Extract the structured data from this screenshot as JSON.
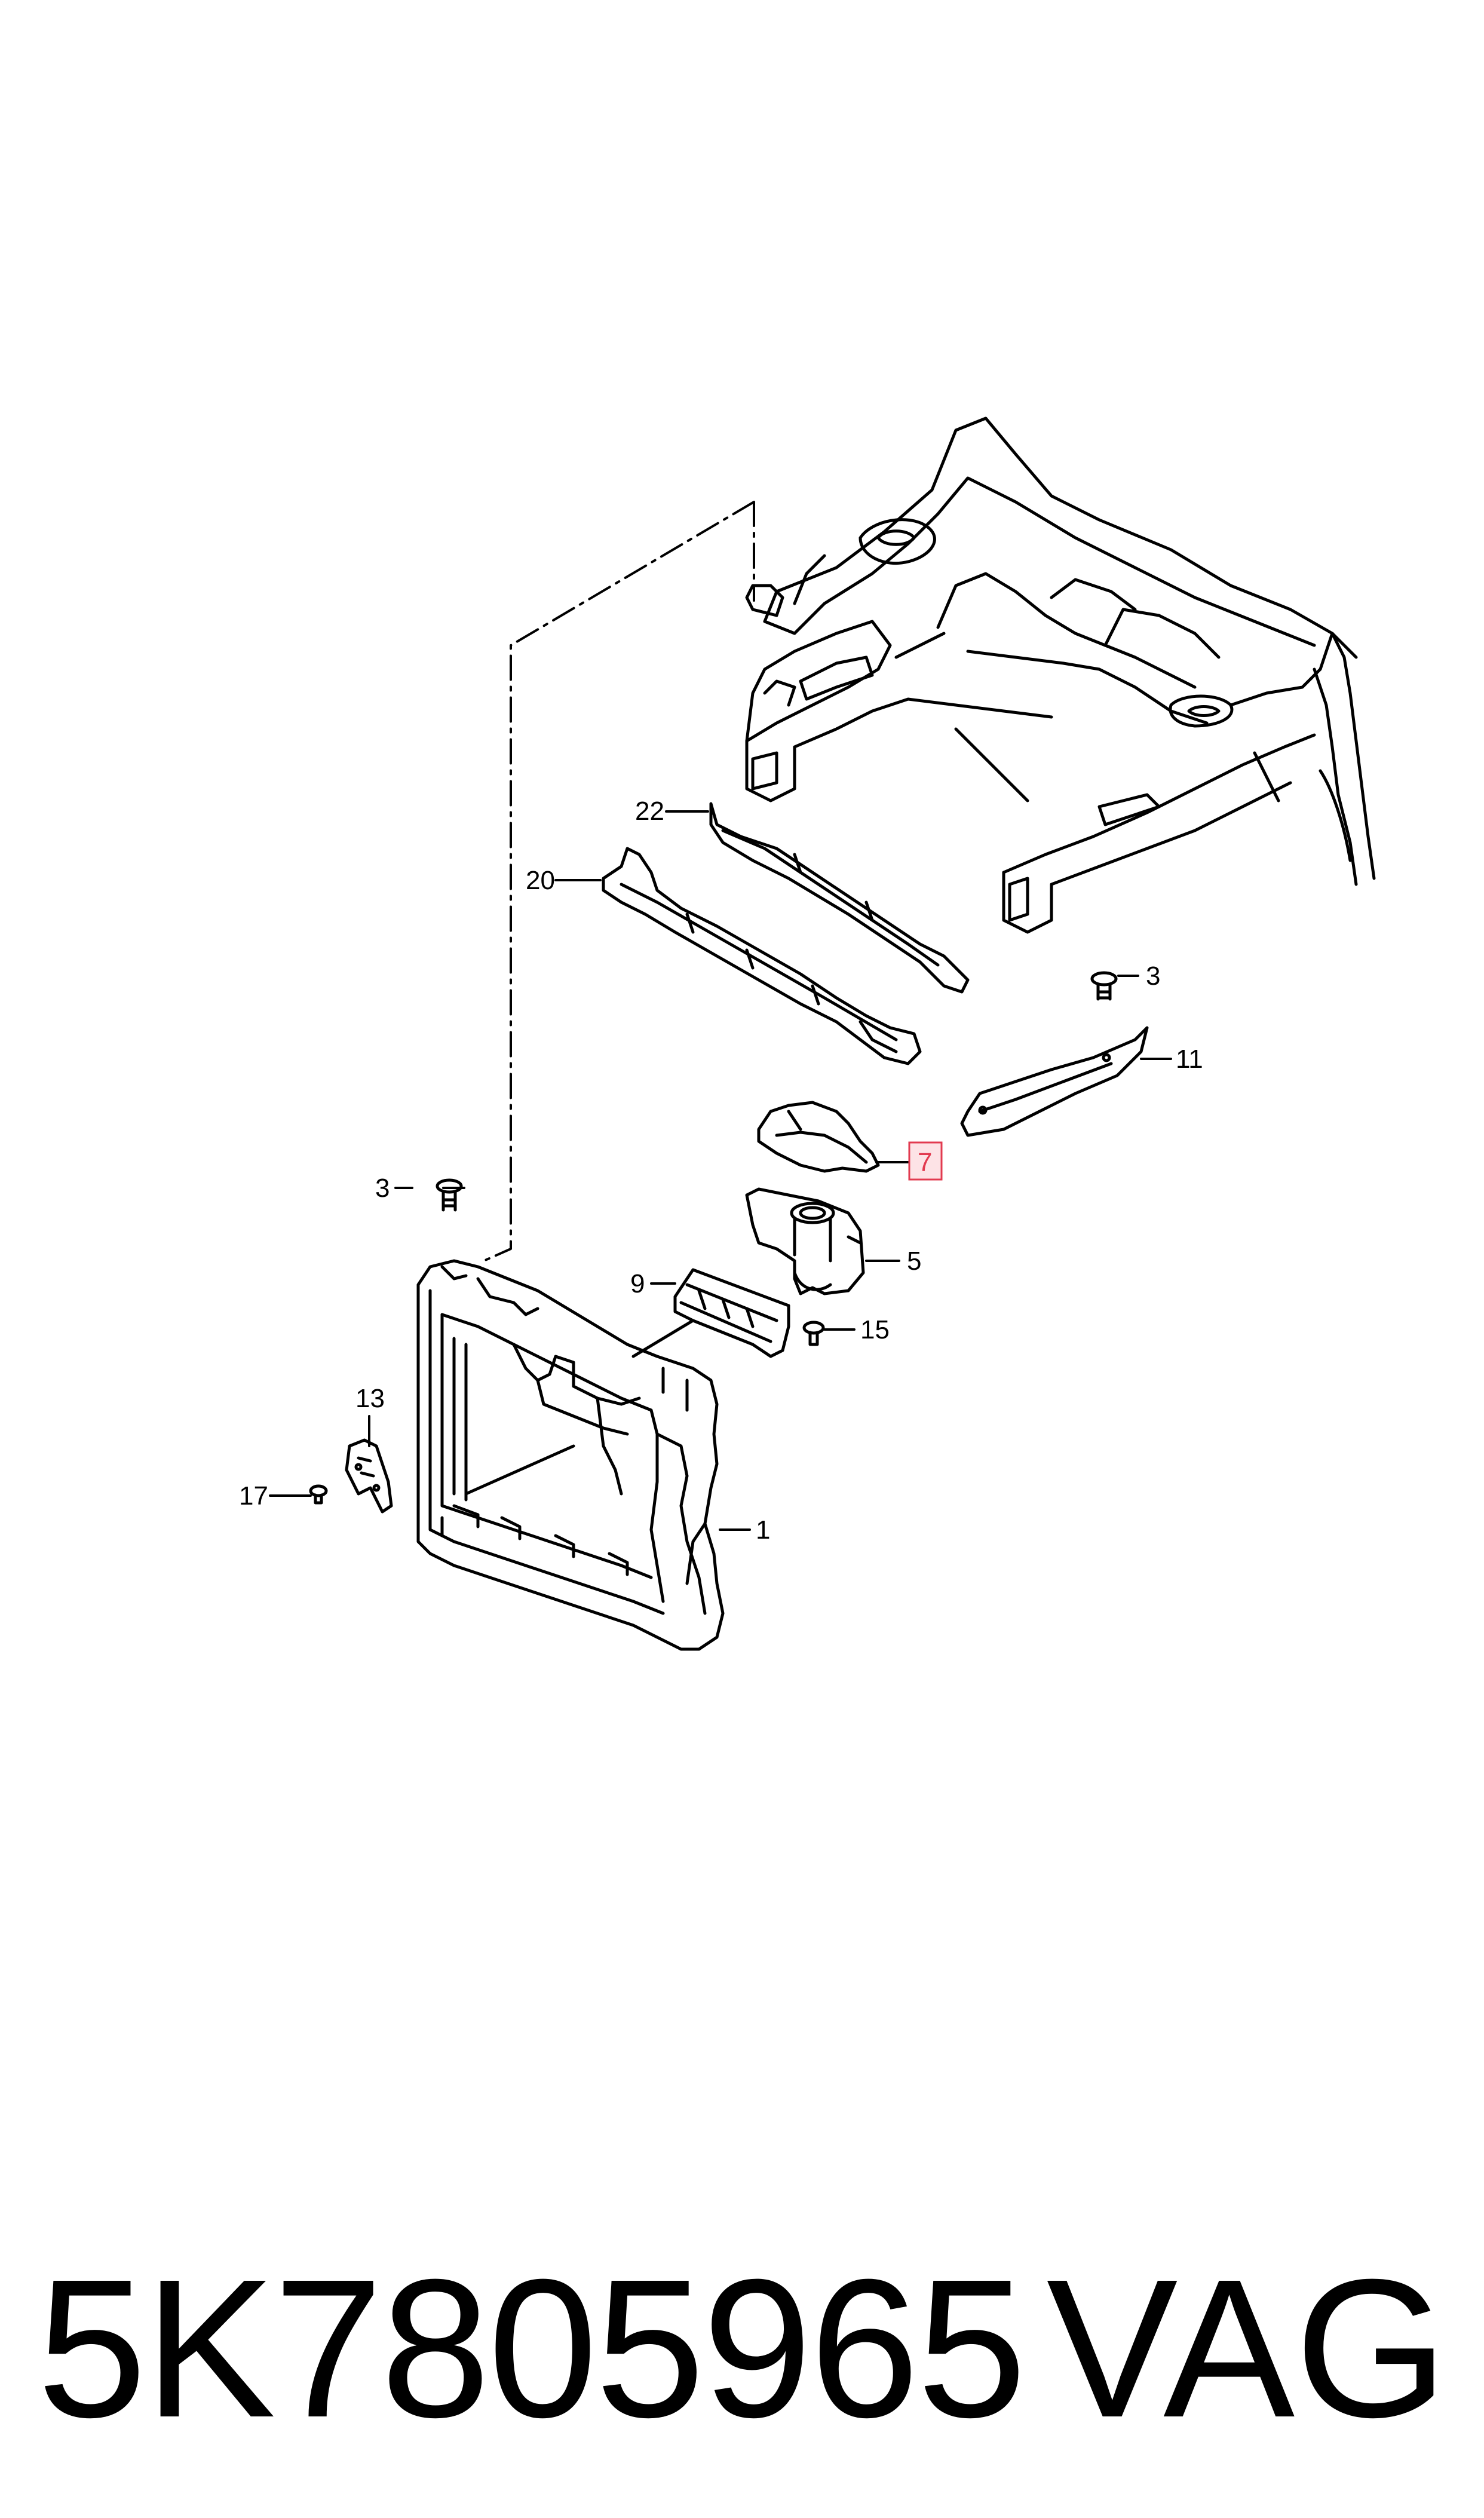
{
  "diagram": {
    "callouts": [
      {
        "label": "22"
      },
      {
        "label": "20"
      },
      {
        "label": "3"
      },
      {
        "label": "11"
      },
      {
        "label": "7",
        "highlighted": true
      },
      {
        "label": "3"
      },
      {
        "label": "5"
      },
      {
        "label": "9"
      },
      {
        "label": "15"
      },
      {
        "label": "13"
      },
      {
        "label": "17"
      },
      {
        "label": "1"
      }
    ],
    "highlight_color": "#e23a4f"
  },
  "footer": {
    "part_number": "5K7805965",
    "brand": "VAG"
  }
}
